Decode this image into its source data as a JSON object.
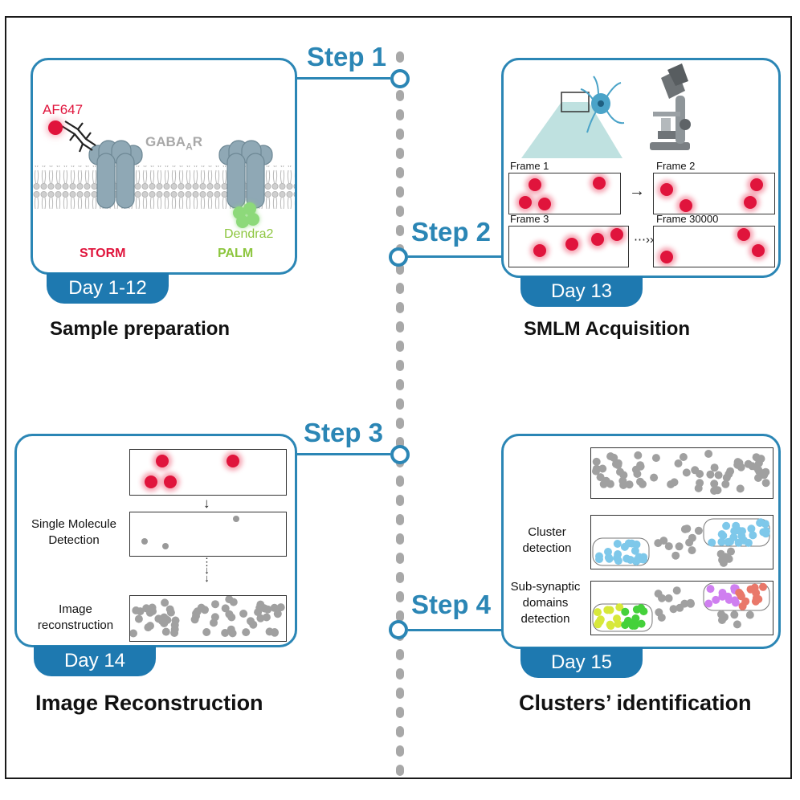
{
  "steps": [
    {
      "label": "Step 1",
      "day": "Day 1-12",
      "title": "Sample preparation"
    },
    {
      "label": "Step 2",
      "day": "Day 13",
      "title": "SMLM Acquisition"
    },
    {
      "label": "Step 3",
      "day": "Day 14",
      "title": "Image Reconstruction"
    },
    {
      "label": "Step 4",
      "day": "Day 15",
      "title": "Clusters’ identification"
    }
  ],
  "step1": {
    "af647": "AF647",
    "receptor_main": "GABA",
    "receptor_sub": "A",
    "receptor_end": "R",
    "storm": "STORM",
    "palm": "PALM",
    "dendra2": "Dendra2"
  },
  "step2": {
    "frames": [
      "Frame 1",
      "Frame 2",
      "Frame 3",
      "Frame 30000"
    ]
  },
  "step3": {
    "single_molecule_detection": "Single Molecule Detection",
    "image_reconstruction": "Image reconstruction"
  },
  "step4": {
    "cluster_detection": "Cluster detection",
    "subsynaptic_detection": "Sub-synaptic domains detection"
  },
  "colors": {
    "accent": "#2b86b5",
    "day_tab": "#1e79b0",
    "storm_red": "#e0143c",
    "palm_green": "#8dc63f",
    "blob_blue": "#7ec8ea",
    "blob_yellow": "#d7e83a",
    "blob_green": "#45d13b",
    "blob_purple": "#cf7ff0",
    "blob_salmon": "#e9786a"
  }
}
